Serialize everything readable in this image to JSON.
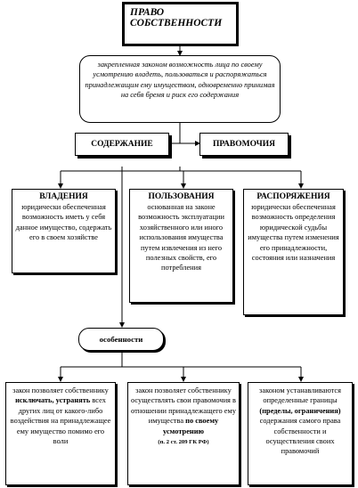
{
  "title": "ПРАВО СОБСТВЕННОСТИ",
  "definition": "закрепленная законом возможность лица по своему усмотрению владеть, пользоваться и распоряжаться принадлежащим ему имуществом, одновременно принимая на себя бремя и риск его содержания",
  "content_label": "СОДЕРЖАНИЕ",
  "powers_label": "ПРАВОМОЧИЯ",
  "powers": [
    {
      "heading": "ВЛАДЕНИЯ",
      "text": "юридически обеспеченная возможность иметь у себя данное имущество, содержать его в своем хозяйстве"
    },
    {
      "heading": "ПОЛЬЗОВАНИЯ",
      "text": "основанная на законе возможность эксплуатации хозяйственного или иного использования имущества путем извлечения из него полезных свойств, его потребления"
    },
    {
      "heading": "РАСПОРЯЖЕНИЯ",
      "text": "юридически обеспеченная возможность определения юридической судьбы имущества путем изменения его принадлежности, состояния или назначения"
    }
  ],
  "features_label": "особенности",
  "features": [
    {
      "pre": "закон позволяет собственнику",
      "bold": "исключать, устранять",
      "post": "всех других лиц от какого-либо воздействия на принадлежащее ему имущество помимо его воли"
    },
    {
      "pre": "закон позволяет собственнику осуществлять свои правомочия в отношении принадлежащего ему имущества",
      "bold": "по своему усмотрению",
      "ref": "(п. 2 ст. 209 ГК РФ)"
    },
    {
      "pre": "законом устанавливаются определенные границы",
      "bold": "(пределы, ограничения)",
      "post": "содержания самого права собственности и осуществления своих правомочий"
    }
  ]
}
